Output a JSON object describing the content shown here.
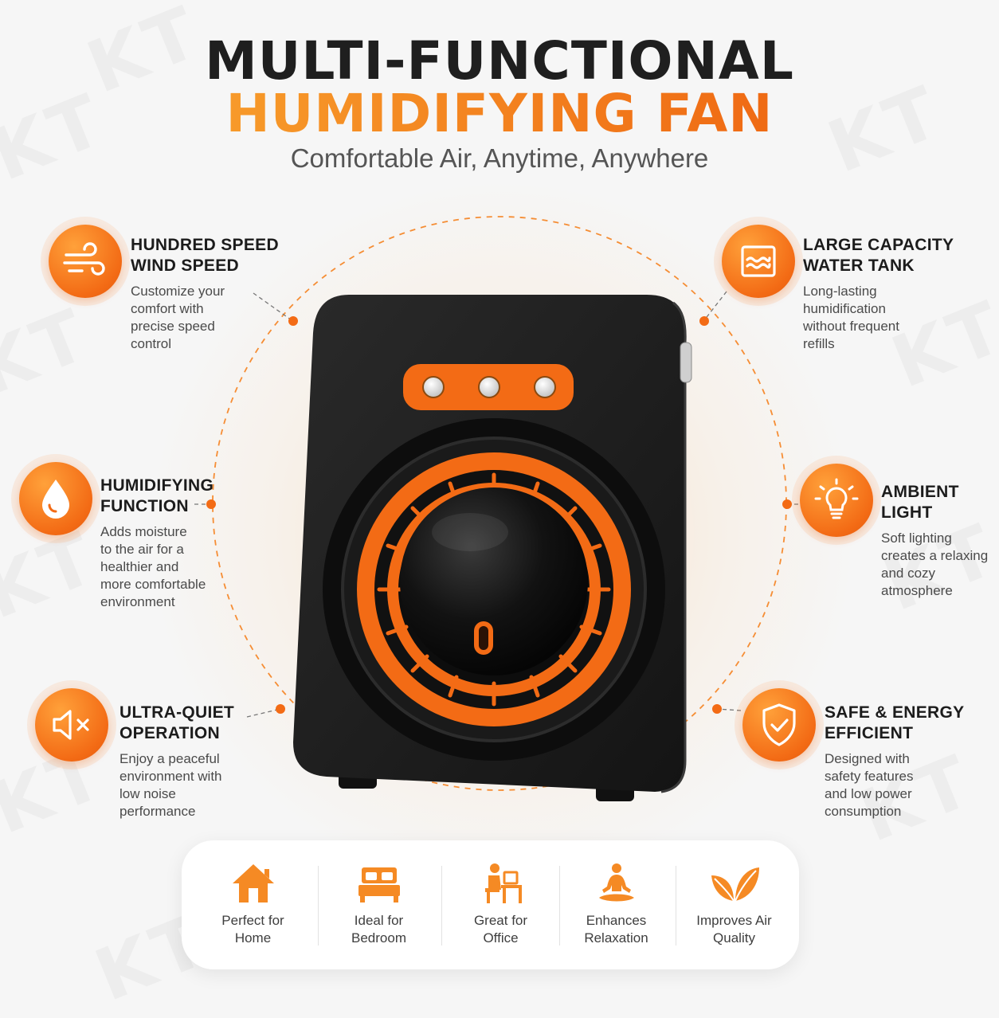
{
  "header": {
    "title_line1": "MULTI-FUNCTIONAL",
    "title_line2": "HUMIDIFYING FAN",
    "subtitle": "Comfortable Air, Anytime, Anywhere"
  },
  "watermark": "KT",
  "colors": {
    "accent": "#f36b15",
    "accent_light": "#ffa13a",
    "device_body": "#1b1b1b",
    "heading": "#1f1f1f"
  },
  "features": [
    {
      "id": "speed",
      "icon": "wind-icon",
      "title": "HUNDRED SPEED\nWIND SPEED",
      "desc": "Customize your\ncomfort with\nprecise speed\ncontrol"
    },
    {
      "id": "tank",
      "icon": "water-tank-icon",
      "title": "LARGE CAPACITY\nWATER TANK",
      "desc": "Long-lasting\nhumidification\nwithout frequent\nrefills"
    },
    {
      "id": "humidify",
      "icon": "water-drop-icon",
      "title": "HUMIDIFYING\nFUNCTION",
      "desc": "Adds moisture\nto the air for a\nhealthier and\nmore comfortable\nenvironment"
    },
    {
      "id": "light",
      "icon": "light-bulb-icon",
      "title": "AMBIENT\nLIGHT",
      "desc": "Soft lighting\ncreates a relaxing\nand cozy\natmosphere"
    },
    {
      "id": "quiet",
      "icon": "mute-speaker-icon",
      "title": "ULTRA-QUIET\nOPERATION",
      "desc": "Enjoy a peaceful\nenvironment with\nlow noise\nperformance"
    },
    {
      "id": "safe",
      "icon": "shield-check-icon",
      "title": "SAFE & ENERGY\nEFFICIENT",
      "desc": "Designed with\nsafety features\nand low power\nconsumption"
    }
  ],
  "use_cases": [
    {
      "icon": "home-icon",
      "label": "Perfect for\nHome"
    },
    {
      "icon": "bed-icon",
      "label": "Ideal for\nBedroom"
    },
    {
      "icon": "office-worker-icon",
      "label": "Great for\nOffice"
    },
    {
      "icon": "meditation-icon",
      "label": "Enhances\nRelaxation"
    },
    {
      "icon": "leaf-icon",
      "label": "Improves Air\nQuality"
    }
  ]
}
